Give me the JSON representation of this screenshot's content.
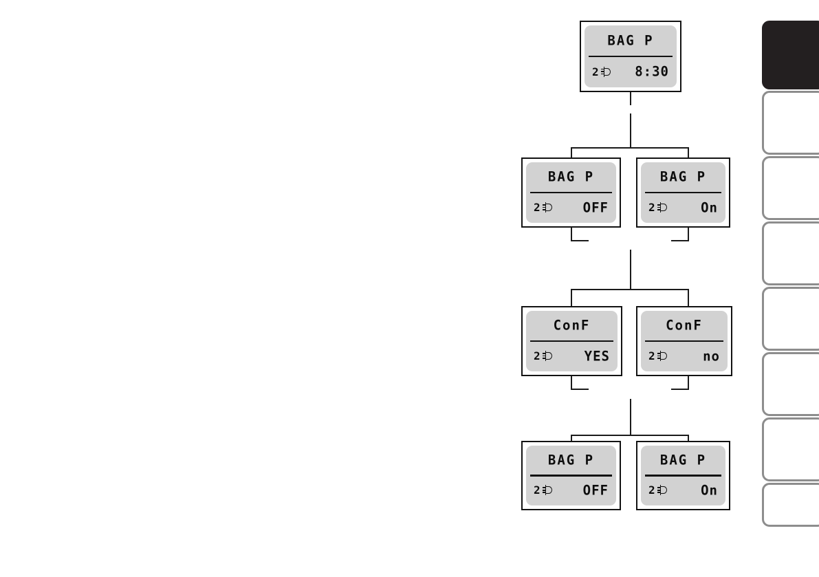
{
  "diagram": {
    "type": "flowchart",
    "description": "Appliance control-panel menu navigation flow for the BAG P (bag / steam) setting",
    "nodes": [
      {
        "id": "n1",
        "name": "display-bag-p-clock",
        "title": "BAG P",
        "program": "2",
        "icon": "lamp-icon",
        "value": "8:30",
        "row": 1,
        "column": "center"
      },
      {
        "id": "n2",
        "name": "display-bag-p-off",
        "title": "BAG P",
        "program": "2",
        "icon": "lamp-icon",
        "value": "OFF",
        "row": 2,
        "column": "left"
      },
      {
        "id": "n3",
        "name": "display-bag-p-on",
        "title": "BAG P",
        "program": "2",
        "icon": "lamp-icon",
        "value": "On",
        "row": 2,
        "column": "right"
      },
      {
        "id": "n4",
        "name": "display-conf-yes",
        "title": "ConF",
        "program": "2",
        "icon": "lamp-icon",
        "value": "YES",
        "row": 3,
        "column": "left"
      },
      {
        "id": "n5",
        "name": "display-conf-no",
        "title": "ConF",
        "program": "2",
        "icon": "lamp-icon",
        "value": "no",
        "row": 3,
        "column": "right"
      },
      {
        "id": "n6",
        "name": "display-bag-p-off-final",
        "title": "BAG P",
        "program": "2",
        "icon": "lamp-icon",
        "value": "OFF",
        "row": 4,
        "column": "left"
      },
      {
        "id": "n7",
        "name": "display-bag-p-on-final",
        "title": "BAG P",
        "program": "2",
        "icon": "lamp-icon",
        "value": "On",
        "row": 4,
        "column": "right"
      }
    ]
  },
  "colors": {
    "lcd_background": "#d2d2d2",
    "node_border": "#121212",
    "connector": "#1a1a1a",
    "tab_active": "#231f20",
    "tab_border": "#8d8d8d",
    "page_background": "#ffffff"
  },
  "tabs": [
    {
      "name": "tab-chapter-1",
      "active": true
    },
    {
      "name": "tab-chapter-2",
      "active": false
    },
    {
      "name": "tab-chapter-3",
      "active": false
    },
    {
      "name": "tab-chapter-4",
      "active": false
    },
    {
      "name": "tab-chapter-5",
      "active": false
    },
    {
      "name": "tab-chapter-6",
      "active": false
    },
    {
      "name": "tab-chapter-7",
      "active": false
    },
    {
      "name": "tab-chapter-8",
      "active": false
    }
  ]
}
